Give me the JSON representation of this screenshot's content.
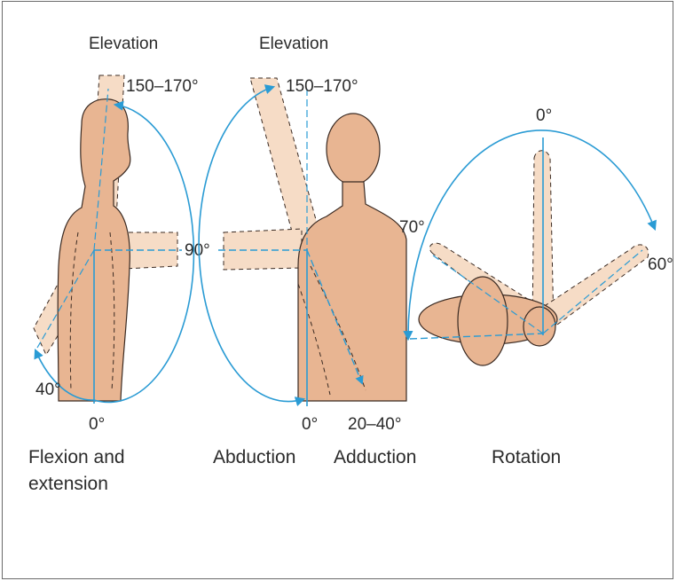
{
  "colors": {
    "skin": "#e8b592",
    "skin_light": "#f6dcc6",
    "arc": "#2a9bd4",
    "outline": "#3a2a22",
    "text": "#2b2b2b"
  },
  "panels": {
    "flexion": {
      "top_label": "Elevation",
      "top_angle": "150–170°",
      "mid_angle": "90°",
      "back_angle": "40°",
      "zero": "0°",
      "caption_line1": "Flexion and",
      "caption_line2": "extension"
    },
    "abduction": {
      "top_label": "Elevation",
      "top_angle": "150–170°",
      "zero": "0°",
      "adduction_angle": "20–40°",
      "caption_abduction": "Abduction",
      "caption_adduction": "Adduction"
    },
    "rotation": {
      "top_angle": "0°",
      "left_angle": "70°",
      "right_angle": "60°",
      "caption": "Rotation"
    }
  }
}
